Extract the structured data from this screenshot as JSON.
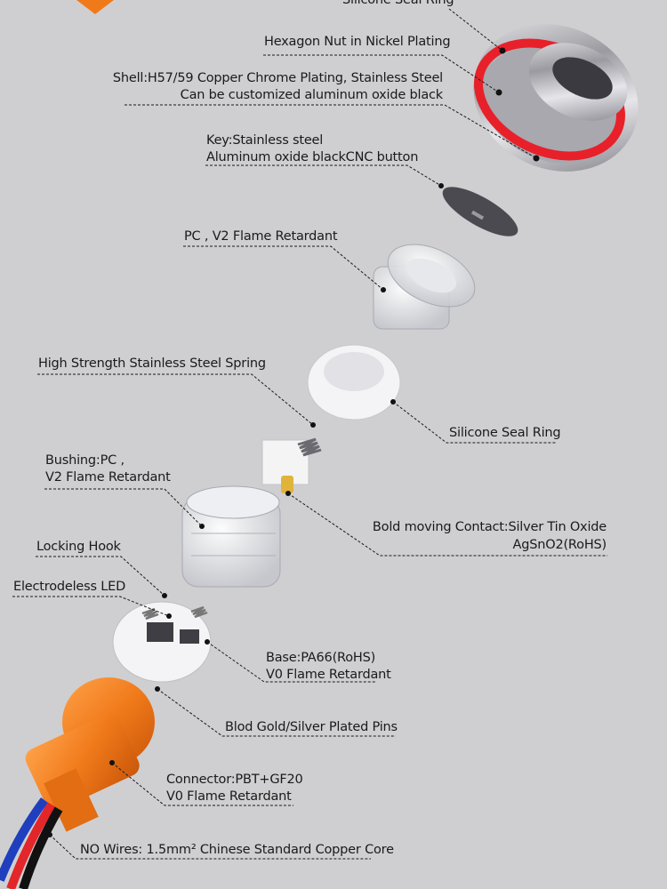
{
  "labels": {
    "silicone_seal_top": "Silicone Seal Ring",
    "hex_nut": "Hexagon Nut in Nickel Plating",
    "shell_1": "Shell:H57/59 Copper Chrome Plating, Stainless Steel",
    "shell_2": "Can be customized aluminum oxide black",
    "key_1": "Key:Stainless steel",
    "key_2": "Aluminum oxide blackCNC button",
    "pc_v2": "PC , V2 Flame Retardant",
    "spring": "High Strength Stainless Steel Spring",
    "silicone_seal_mid": "Silicone Seal Ring",
    "bushing_1": "Bushing:PC ,",
    "bushing_2": "V2 Flame Retardant",
    "contact_1": "Bold moving Contact:Silver Tin Oxide",
    "contact_2": "AgSnO2(RoHS)",
    "locking_hook": "Locking Hook",
    "led": "Electrodeless LED",
    "base_1": "Base:PA66(RoHS)",
    "base_2": "V0 Flame Retardant",
    "pins": "Blod Gold/Silver Plated Pins",
    "connector_1": "Connector:PBT+GF20",
    "connector_2": "V0 Flame Retardant",
    "wires": "NO Wires: 1.5mm² Chinese Standard Copper Core"
  },
  "colors": {
    "background": "#cfcfd1",
    "accent_orange": "#f07a1a",
    "seal_red": "#e8202a",
    "metal": "#b8b8bc",
    "leader": "#1a1a1a"
  }
}
